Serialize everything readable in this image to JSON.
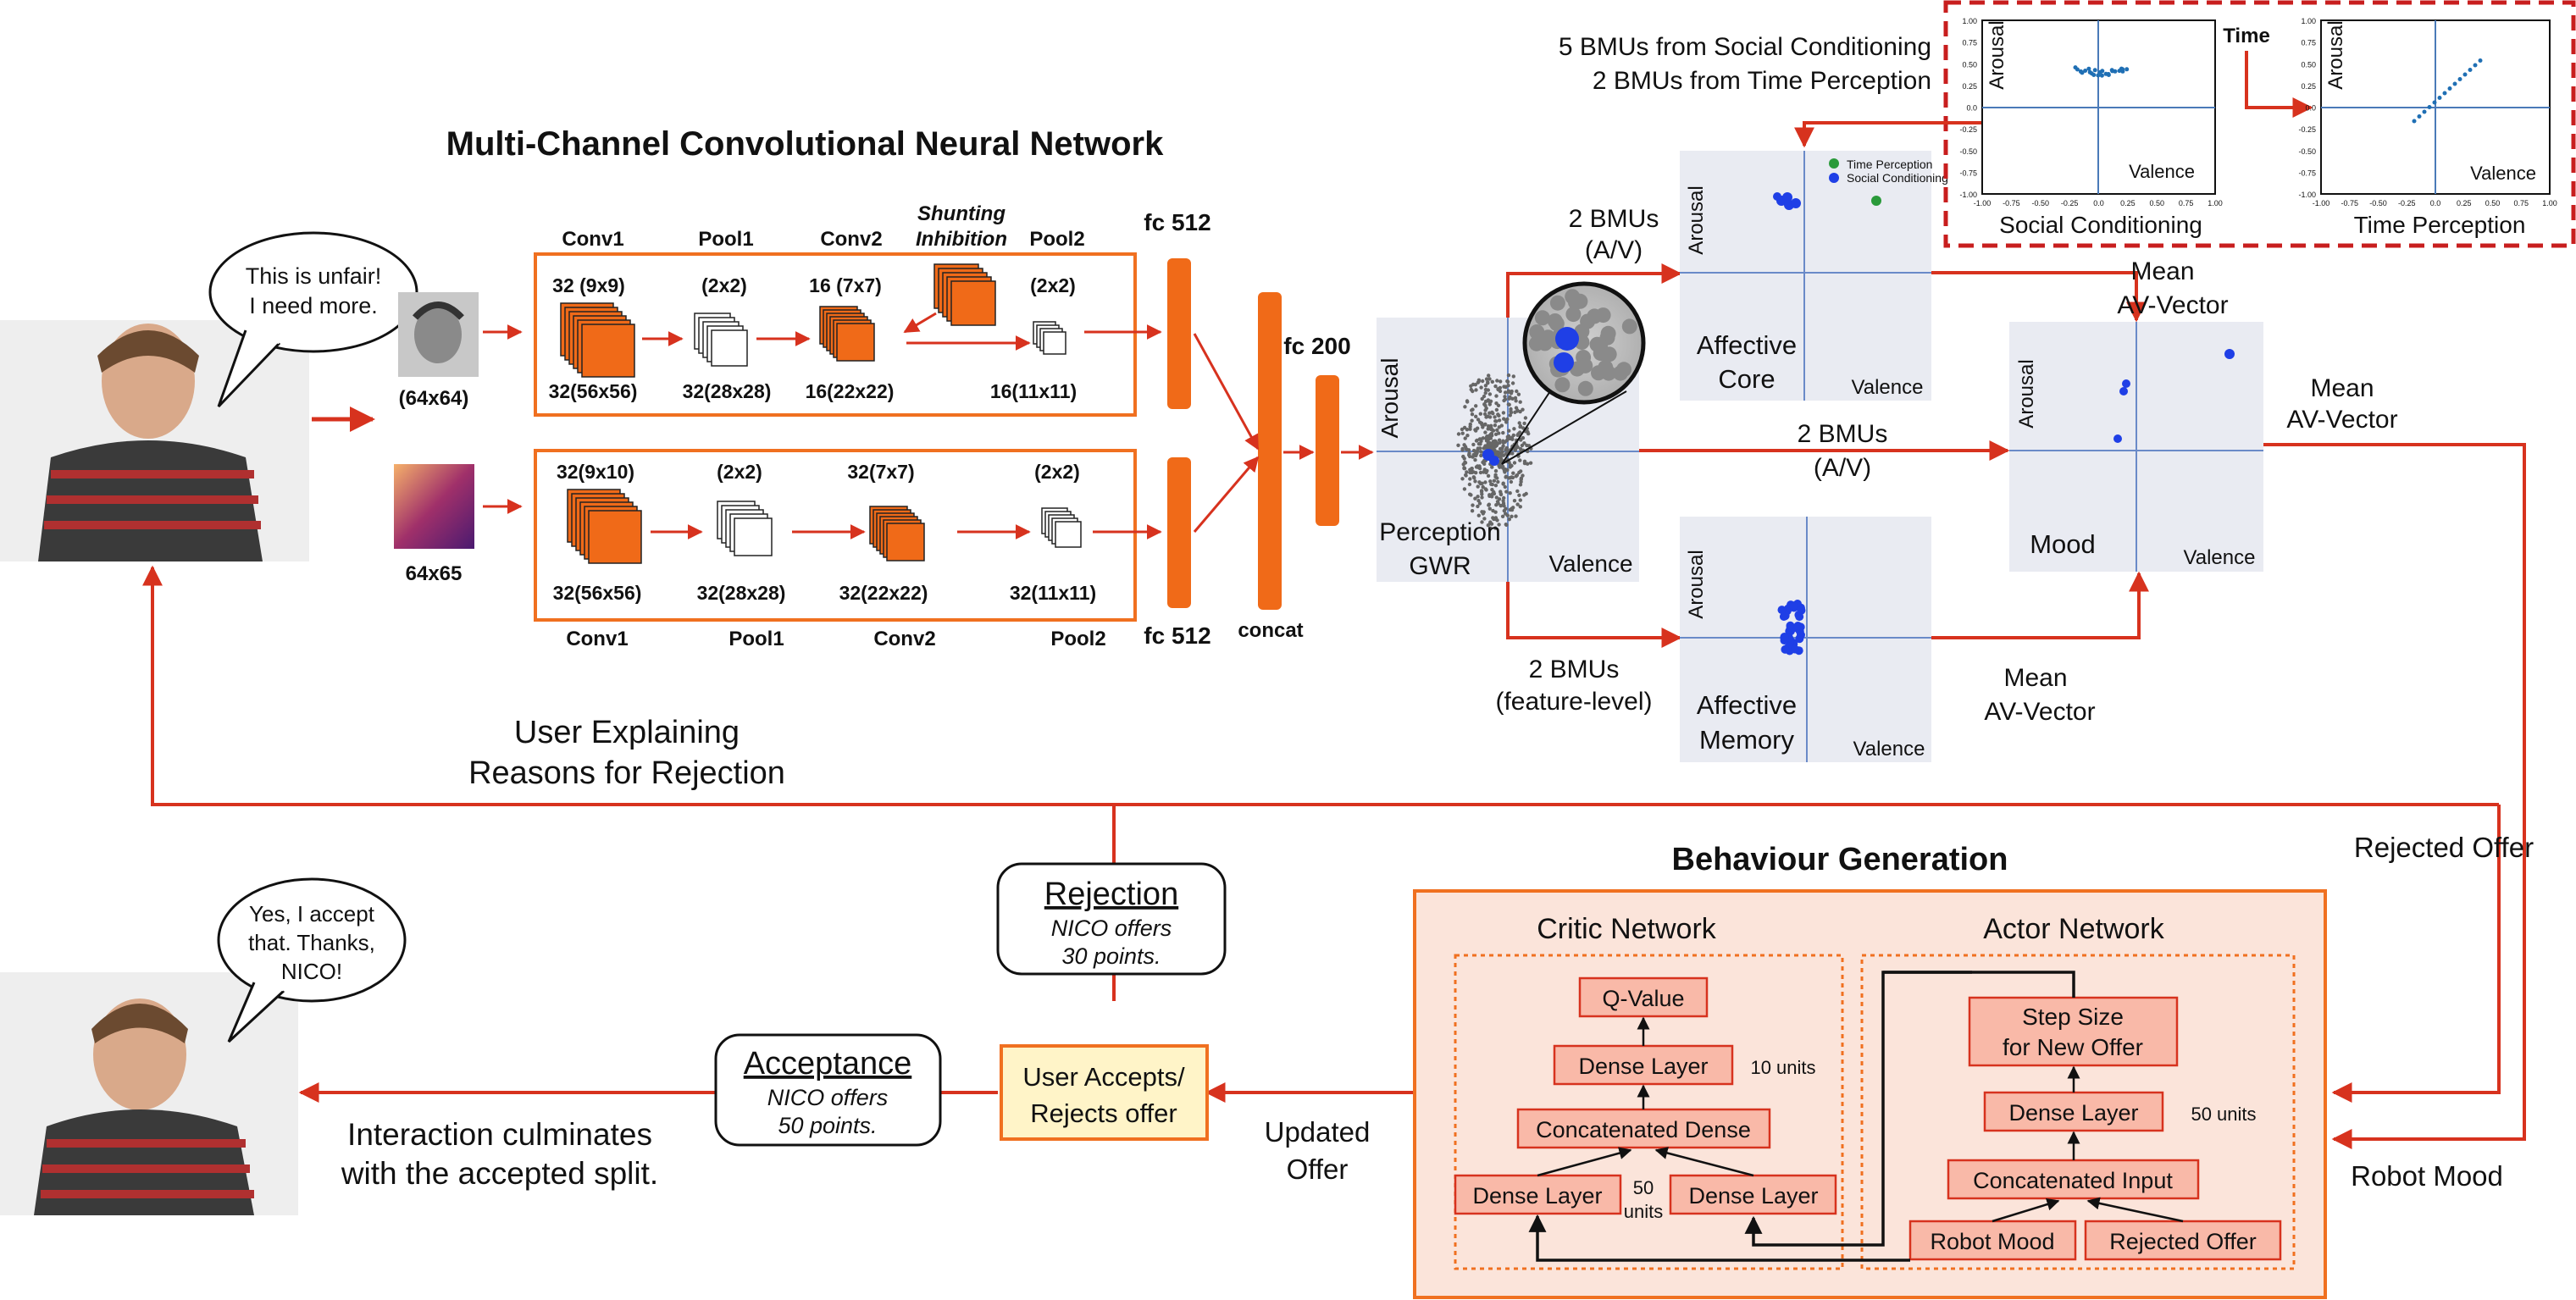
{
  "title_cnn": "Multi-Channel Convolutional Neural Network",
  "speech_top": [
    "This is unfair!",
    "I need more."
  ],
  "speech_bottom": [
    "Yes, I accept",
    "that. Thanks,",
    "NICO!"
  ],
  "face_size": "(64x64)",
  "audio_size": "64x65",
  "cnn_top": {
    "conv1": "Conv1",
    "pool1": "Pool1",
    "conv2": "Conv2",
    "shunting": [
      "Shunting",
      "Inhibition"
    ],
    "pool2": "Pool2",
    "conv1_k": "32 (9x9)",
    "pool1_k": "(2x2)",
    "conv2_k": "16 (7x7)",
    "pool2_k": "(2x2)",
    "conv1_o": "32(56x56)",
    "pool1_o": "32(28x28)",
    "conv2_o": "16(22x22)",
    "pool2_o": "16(11x11)"
  },
  "cnn_bottom": {
    "conv1": "Conv1",
    "pool1": "Pool1",
    "conv2": "Conv2",
    "pool2": "Pool2",
    "conv1_k": "32(9x10)",
    "pool1_k": "(2x2)",
    "conv2_k": "32(7x7)",
    "pool2_k": "(2x2)",
    "conv1_o": "32(56x56)",
    "pool1_o": "32(28x28)",
    "conv2_o": "32(22x22)",
    "pool2_o": "32(11x11)"
  },
  "fc_top": "fc 512",
  "fc_bottom": "fc 512",
  "fc_200": "fc 200",
  "concat": "concat",
  "gwr": {
    "ylabel": "Arousal",
    "xlabel": "Valence",
    "name": [
      "Perception",
      "GWR"
    ]
  },
  "affective_core": {
    "ylabel": "Arousal",
    "xlabel": "Valence",
    "name": [
      "Affective",
      "Core"
    ]
  },
  "affective_memory": {
    "ylabel": "Arousal",
    "xlabel": "Valence",
    "name": [
      "Affective",
      "Memory"
    ]
  },
  "mood": {
    "ylabel": "Arousal",
    "xlabel": "Valence",
    "name": "Mood"
  },
  "legend": [
    "Time Perception",
    "Social Conditioning"
  ],
  "bmus_av_top": [
    "2 BMUs",
    "(A/V)"
  ],
  "bmus_av_mid": [
    "2 BMUs",
    "(A/V)"
  ],
  "bmus_feature": [
    "2 BMUs",
    "(feature-level)"
  ],
  "mean_av_top": [
    "Mean",
    "AV-Vector"
  ],
  "mean_av_right": [
    "Mean",
    "AV-Vector"
  ],
  "mean_av_bottom": [
    "Mean",
    "AV-Vector"
  ],
  "bmus_social": [
    "5 BMUs from Social Conditioning",
    "2 BMUs from Time Perception"
  ],
  "inset_time": "Time",
  "inset_social": {
    "ylabel": "Arousal",
    "xlabel": "Valence",
    "caption": "Social Conditioning"
  },
  "inset_timep": {
    "ylabel": "Arousal",
    "xlabel": "Valence",
    "caption": "Time Perception"
  },
  "inset_yticks": [
    "1.00",
    "0.75",
    "0.50",
    "0.25",
    "0.0",
    "-0.25",
    "-0.50",
    "-0.75",
    "-1.00"
  ],
  "inset_xticks": [
    "-1.00",
    "-0.75",
    "-0.50",
    "-0.25",
    "0.0",
    "0.25",
    "0.50",
    "0.75",
    "1.00"
  ],
  "user_explaining": [
    "User Explaining",
    "Reasons for Rejection"
  ],
  "rejected_offer": "Rejected Offer",
  "robot_mood": "Robot Mood",
  "updated_offer": [
    "Updated",
    "Offer"
  ],
  "rejection": {
    "title": "Rejection",
    "line1": "NICO offers",
    "line2": "30 points."
  },
  "acceptance": {
    "title": "Acceptance",
    "line1": "NICO offers",
    "line2": "50 points."
  },
  "user_accepts": [
    "User Accepts/",
    "Rejects offer"
  ],
  "interaction": [
    "Interaction culminates",
    "with the accepted split."
  ],
  "behaviour_title": "Behaviour Generation",
  "critic": {
    "title": "Critic Network",
    "q_value": "Q-Value",
    "dense_top": "Dense Layer",
    "units_10": "10 units",
    "concat_dense": "Concatenated Dense",
    "dense_left": "Dense Layer",
    "dense_right": "Dense Layer",
    "units_50": [
      "50",
      "units"
    ]
  },
  "actor": {
    "title": "Actor Network",
    "step_size": [
      "Step Size",
      "for New Offer"
    ],
    "dense": "Dense Layer",
    "units_50": "50 units",
    "concat_input": "Concatenated Input",
    "robot_mood": "Robot Mood",
    "rejected_offer": "Rejected Offer"
  }
}
